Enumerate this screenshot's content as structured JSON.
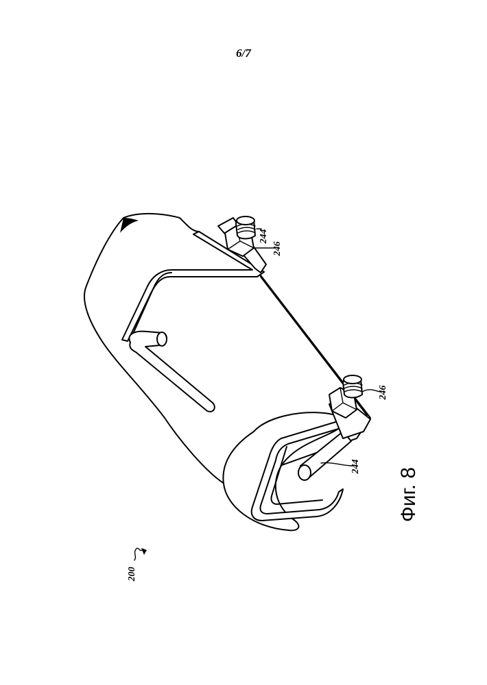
{
  "page": {
    "number": "6/7"
  },
  "figure": {
    "caption": "Фиг. 8",
    "assembly_ref": "200",
    "labels": {
      "bolt_top": "244",
      "nut_top": "246",
      "nut_bottom": "246",
      "bolt_bottom": "244"
    }
  }
}
